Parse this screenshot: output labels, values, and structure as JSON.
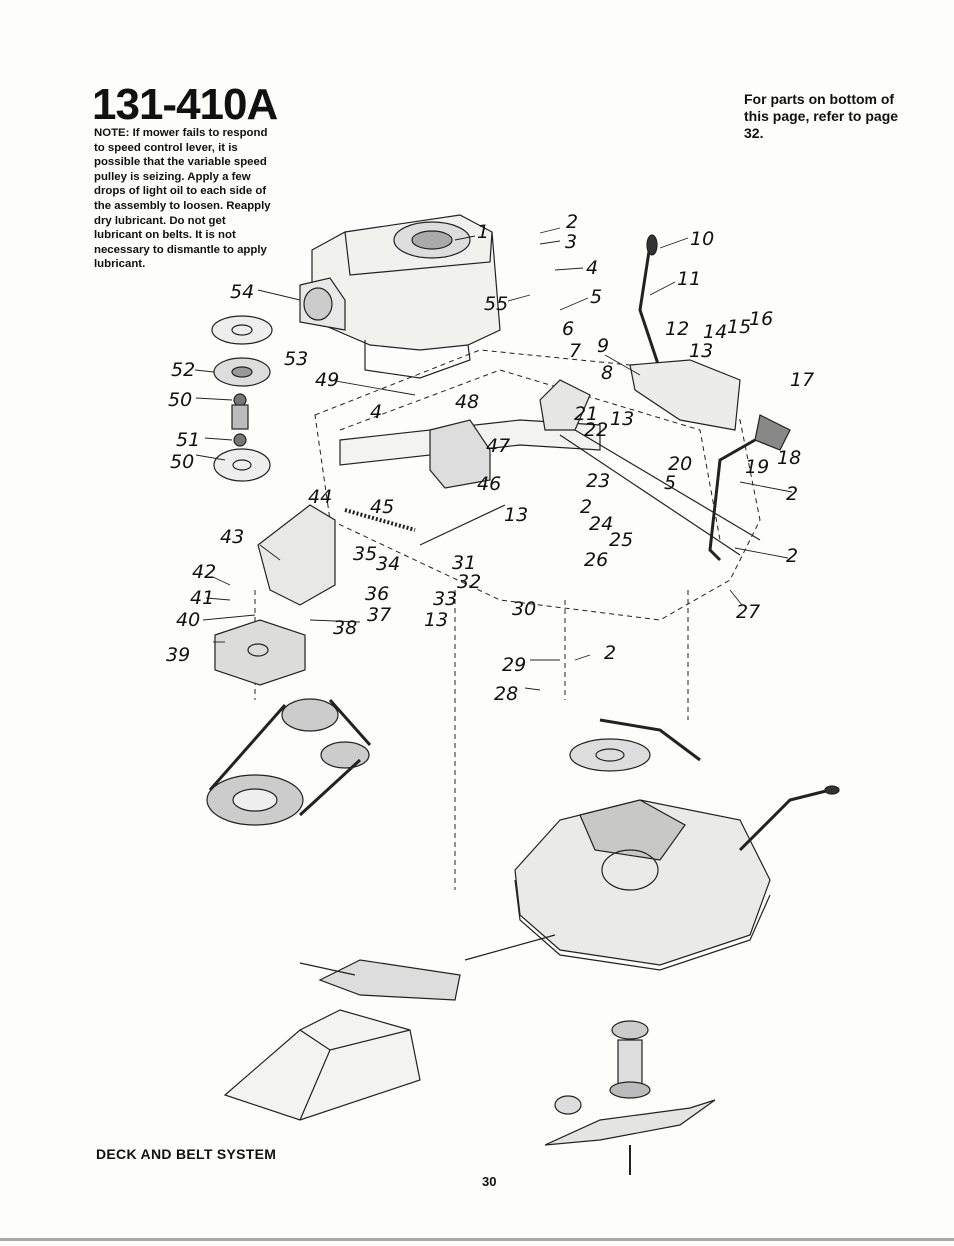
{
  "header": {
    "model": "131-410A",
    "note": "NOTE: If mower fails to respond to speed control lever, it is possible that the variable speed pulley is seizing. Apply a few drops of light oil to each side of the assembly to loosen. Reapply dry lubricant. Do not get lubricant on belts. It is not necessary to dismantle to apply lubricant.",
    "reference": "For parts on bottom of this page, refer to page 32."
  },
  "caption": "DECK AND BELT SYSTEM",
  "page_number": "30",
  "callouts": [
    {
      "id": "c1",
      "text": "1"
    },
    {
      "id": "c2a",
      "text": "2"
    },
    {
      "id": "c3",
      "text": "3"
    },
    {
      "id": "c4a",
      "text": "4"
    },
    {
      "id": "c55",
      "text": "55"
    },
    {
      "id": "c5a",
      "text": "5"
    },
    {
      "id": "c10",
      "text": "10"
    },
    {
      "id": "c11",
      "text": "11"
    },
    {
      "id": "c54",
      "text": "54"
    },
    {
      "id": "c6",
      "text": "6"
    },
    {
      "id": "c7",
      "text": "7"
    },
    {
      "id": "c9",
      "text": "9"
    },
    {
      "id": "c12",
      "text": "12"
    },
    {
      "id": "c14",
      "text": "14"
    },
    {
      "id": "c15",
      "text": "15"
    },
    {
      "id": "c16",
      "text": "16"
    },
    {
      "id": "c13a",
      "text": "13"
    },
    {
      "id": "c53",
      "text": "53"
    },
    {
      "id": "c52",
      "text": "52"
    },
    {
      "id": "c8",
      "text": "8"
    },
    {
      "id": "c17",
      "text": "17"
    },
    {
      "id": "c49",
      "text": "49"
    },
    {
      "id": "c50a",
      "text": "50"
    },
    {
      "id": "c4b",
      "text": "4"
    },
    {
      "id": "c48",
      "text": "48"
    },
    {
      "id": "c21",
      "text": "21"
    },
    {
      "id": "c13b",
      "text": "13"
    },
    {
      "id": "c22",
      "text": "22"
    },
    {
      "id": "c51",
      "text": "51"
    },
    {
      "id": "c47",
      "text": "47"
    },
    {
      "id": "c20",
      "text": "20"
    },
    {
      "id": "c19",
      "text": "19"
    },
    {
      "id": "c18",
      "text": "18"
    },
    {
      "id": "c50b",
      "text": "50"
    },
    {
      "id": "c23",
      "text": "23"
    },
    {
      "id": "c46",
      "text": "46"
    },
    {
      "id": "c5b",
      "text": "5"
    },
    {
      "id": "c2b",
      "text": "2"
    },
    {
      "id": "c44",
      "text": "44"
    },
    {
      "id": "c45",
      "text": "45"
    },
    {
      "id": "c13c",
      "text": "13"
    },
    {
      "id": "c2c",
      "text": "2"
    },
    {
      "id": "c24",
      "text": "24"
    },
    {
      "id": "c43",
      "text": "43"
    },
    {
      "id": "c25",
      "text": "25"
    },
    {
      "id": "c35",
      "text": "35"
    },
    {
      "id": "c34",
      "text": "34"
    },
    {
      "id": "c26",
      "text": "26"
    },
    {
      "id": "c2d",
      "text": "2"
    },
    {
      "id": "c31",
      "text": "31"
    },
    {
      "id": "c42",
      "text": "42"
    },
    {
      "id": "c32",
      "text": "32"
    },
    {
      "id": "c36",
      "text": "36"
    },
    {
      "id": "c41",
      "text": "41"
    },
    {
      "id": "c33",
      "text": "33"
    },
    {
      "id": "c30",
      "text": "30"
    },
    {
      "id": "c27",
      "text": "27"
    },
    {
      "id": "c37",
      "text": "37"
    },
    {
      "id": "c40",
      "text": "40"
    },
    {
      "id": "c13d",
      "text": "13"
    },
    {
      "id": "c38",
      "text": "38"
    },
    {
      "id": "c39",
      "text": "39"
    },
    {
      "id": "c29",
      "text": "29"
    },
    {
      "id": "c2e",
      "text": "2"
    },
    {
      "id": "c28",
      "text": "28"
    }
  ]
}
